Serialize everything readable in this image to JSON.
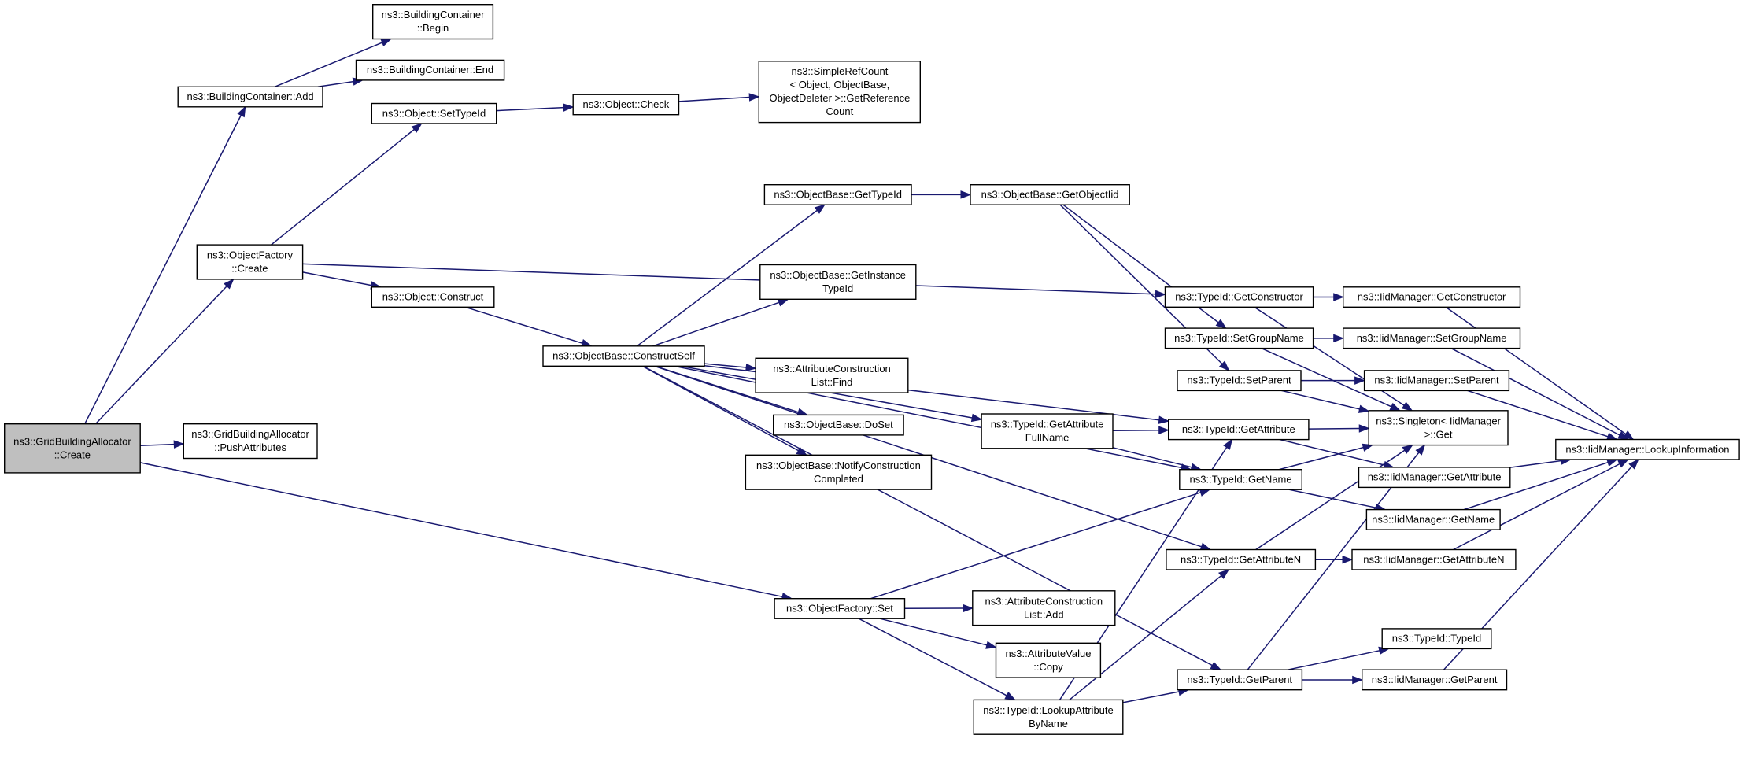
{
  "nodes": [
    {
      "id": "gba_create",
      "lines": [
        "ns3::GridBuildingAllocator",
        "::Create"
      ]
    },
    {
      "id": "bc_add",
      "lines": [
        "ns3::BuildingContainer::Add"
      ]
    },
    {
      "id": "bc_begin",
      "lines": [
        "ns3::BuildingContainer",
        "::Begin"
      ]
    },
    {
      "id": "bc_end",
      "lines": [
        "ns3::BuildingContainer::End"
      ]
    },
    {
      "id": "obj_settypeid",
      "lines": [
        "ns3::Object::SetTypeId"
      ]
    },
    {
      "id": "obj_check",
      "lines": [
        "ns3::Object::Check"
      ]
    },
    {
      "id": "srefcount",
      "lines": [
        "ns3::SimpleRefCount",
        "< Object, ObjectBase,",
        "ObjectDeleter >::GetReference",
        "Count"
      ]
    },
    {
      "id": "of_create",
      "lines": [
        "ns3::ObjectFactory",
        "::Create"
      ]
    },
    {
      "id": "obj_construct",
      "lines": [
        "ns3::Object::Construct"
      ]
    },
    {
      "id": "gba_push",
      "lines": [
        "ns3::GridBuildingAllocator",
        "::PushAttributes"
      ]
    },
    {
      "id": "ob_gettypeid",
      "lines": [
        "ns3::ObjectBase::GetTypeId"
      ]
    },
    {
      "id": "ob_getobjectiid",
      "lines": [
        "ns3::ObjectBase::GetObjectIid"
      ]
    },
    {
      "id": "ob_getinstance",
      "lines": [
        "ns3::ObjectBase::GetInstance",
        "TypeId"
      ]
    },
    {
      "id": "ob_constructself",
      "lines": [
        "ns3::ObjectBase::ConstructSelf"
      ]
    },
    {
      "id": "acl_find",
      "lines": [
        "ns3::AttributeConstruction",
        "List::Find"
      ]
    },
    {
      "id": "ob_doset",
      "lines": [
        "ns3::ObjectBase::DoSet"
      ]
    },
    {
      "id": "ob_notify",
      "lines": [
        "ns3::ObjectBase::NotifyConstruction",
        "Completed"
      ]
    },
    {
      "id": "tid_getattrfull",
      "lines": [
        "ns3::TypeId::GetAttribute",
        "FullName"
      ]
    },
    {
      "id": "tid_getconstructor",
      "lines": [
        "ns3::TypeId::GetConstructor"
      ]
    },
    {
      "id": "tid_setgroupname",
      "lines": [
        "ns3::TypeId::SetGroupName"
      ]
    },
    {
      "id": "tid_setparent",
      "lines": [
        "ns3::TypeId::SetParent"
      ]
    },
    {
      "id": "tid_getattribute",
      "lines": [
        "ns3::TypeId::GetAttribute"
      ]
    },
    {
      "id": "tid_getname",
      "lines": [
        "ns3::TypeId::GetName"
      ]
    },
    {
      "id": "tid_getattributen",
      "lines": [
        "ns3::TypeId::GetAttributeN"
      ]
    },
    {
      "id": "of_set",
      "lines": [
        "ns3::ObjectFactory::Set"
      ]
    },
    {
      "id": "acl_add",
      "lines": [
        "ns3::AttributeConstruction",
        "List::Add"
      ]
    },
    {
      "id": "av_copy",
      "lines": [
        "ns3::AttributeValue",
        "::Copy"
      ]
    },
    {
      "id": "tid_lookupattr",
      "lines": [
        "ns3::TypeId::LookupAttribute",
        "ByName"
      ]
    },
    {
      "id": "tid_getparent",
      "lines": [
        "ns3::TypeId::GetParent"
      ]
    },
    {
      "id": "tid_typeid",
      "lines": [
        "ns3::TypeId::TypeId"
      ]
    },
    {
      "id": "singleton_get",
      "lines": [
        "ns3::Singleton< IidManager",
        ">::Get"
      ]
    },
    {
      "id": "iid_getconstructor",
      "lines": [
        "ns3::IidManager::GetConstructor"
      ]
    },
    {
      "id": "iid_setgroupname",
      "lines": [
        "ns3::IidManager::SetGroupName"
      ]
    },
    {
      "id": "iid_setparent",
      "lines": [
        "ns3::IidManager::SetParent"
      ]
    },
    {
      "id": "iid_getattribute",
      "lines": [
        "ns3::IidManager::GetAttribute"
      ]
    },
    {
      "id": "iid_getname",
      "lines": [
        "ns3::IidManager::GetName"
      ]
    },
    {
      "id": "iid_getattributen",
      "lines": [
        "ns3::IidManager::GetAttributeN"
      ]
    },
    {
      "id": "iid_getparent",
      "lines": [
        "ns3::IidManager::GetParent"
      ]
    },
    {
      "id": "iid_lookupinfo",
      "lines": [
        "ns3::IidManager::LookupInformation"
      ]
    }
  ],
  "edges": [
    [
      "gba_create",
      "bc_add"
    ],
    [
      "gba_create",
      "of_create"
    ],
    [
      "gba_create",
      "gba_push"
    ],
    [
      "gba_create",
      "of_set"
    ],
    [
      "bc_add",
      "bc_begin"
    ],
    [
      "bc_add",
      "bc_end"
    ],
    [
      "of_create",
      "obj_settypeid"
    ],
    [
      "of_create",
      "obj_construct"
    ],
    [
      "of_create",
      "tid_getconstructor"
    ],
    [
      "obj_settypeid",
      "obj_check"
    ],
    [
      "obj_check",
      "srefcount"
    ],
    [
      "obj_construct",
      "ob_constructself"
    ],
    [
      "ob_constructself",
      "ob_gettypeid"
    ],
    [
      "ob_constructself",
      "ob_getinstance"
    ],
    [
      "ob_constructself",
      "acl_find"
    ],
    [
      "ob_constructself",
      "ob_doset"
    ],
    [
      "ob_constructself",
      "ob_notify"
    ],
    [
      "ob_constructself",
      "tid_getattrfull"
    ],
    [
      "ob_constructself",
      "tid_getattribute"
    ],
    [
      "ob_constructself",
      "tid_getname"
    ],
    [
      "ob_constructself",
      "tid_getattributen"
    ],
    [
      "ob_constructself",
      "tid_getparent"
    ],
    [
      "ob_gettypeid",
      "ob_getobjectiid"
    ],
    [
      "ob_getobjectiid",
      "tid_setgroupname"
    ],
    [
      "ob_getobjectiid",
      "tid_setparent"
    ],
    [
      "tid_getattrfull",
      "tid_getattribute"
    ],
    [
      "tid_getattrfull",
      "tid_getname"
    ],
    [
      "tid_getconstructor",
      "iid_getconstructor"
    ],
    [
      "tid_getconstructor",
      "singleton_get"
    ],
    [
      "tid_setgroupname",
      "iid_setgroupname"
    ],
    [
      "tid_setgroupname",
      "singleton_get"
    ],
    [
      "tid_setparent",
      "iid_setparent"
    ],
    [
      "tid_setparent",
      "singleton_get"
    ],
    [
      "tid_getattribute",
      "singleton_get"
    ],
    [
      "tid_getattribute",
      "iid_getattribute"
    ],
    [
      "tid_getname",
      "singleton_get"
    ],
    [
      "tid_getname",
      "iid_getname"
    ],
    [
      "tid_getattributen",
      "singleton_get"
    ],
    [
      "tid_getattributen",
      "iid_getattributen"
    ],
    [
      "tid_getparent",
      "singleton_get"
    ],
    [
      "tid_getparent",
      "tid_typeid"
    ],
    [
      "tid_getparent",
      "iid_getparent"
    ],
    [
      "of_set",
      "acl_add"
    ],
    [
      "of_set",
      "av_copy"
    ],
    [
      "of_set",
      "tid_lookupattr"
    ],
    [
      "of_set",
      "tid_getname"
    ],
    [
      "tid_lookupattr",
      "tid_getparent"
    ],
    [
      "tid_lookupattr",
      "tid_getattribute"
    ],
    [
      "tid_lookupattr",
      "tid_getattributen"
    ],
    [
      "iid_getconstructor",
      "iid_lookupinfo"
    ],
    [
      "iid_setgroupname",
      "iid_lookupinfo"
    ],
    [
      "iid_setparent",
      "iid_lookupinfo"
    ],
    [
      "iid_getattribute",
      "iid_lookupinfo"
    ],
    [
      "iid_getname",
      "iid_lookupinfo"
    ],
    [
      "iid_getattributen",
      "iid_lookupinfo"
    ],
    [
      "iid_getparent",
      "iid_lookupinfo"
    ]
  ]
}
